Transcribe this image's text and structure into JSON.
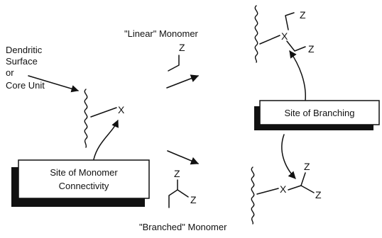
{
  "labels": {
    "linear_monomer": "\"Linear\" Monomer",
    "branched_monomer": "\"Branched\" Monomer",
    "dendritic_line1": "Dendritic",
    "dendritic_line2": "Surface",
    "dendritic_line3": "or",
    "dendritic_line4": "Core Unit"
  },
  "boxes": {
    "connectivity_line1": "Site of Monomer",
    "connectivity_line2": "Connectivity",
    "branching": "Site of Branching"
  },
  "atoms": {
    "x": "X",
    "z": "Z"
  }
}
